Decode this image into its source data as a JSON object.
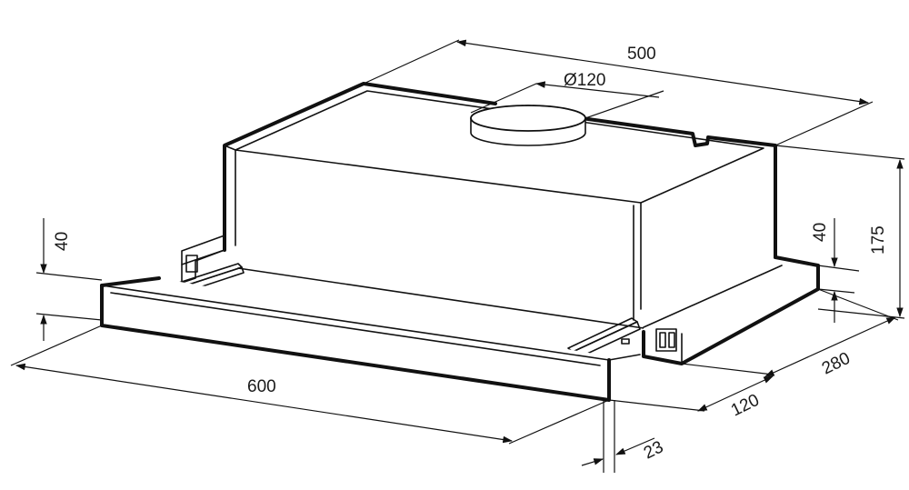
{
  "dimensions": {
    "depth_top": "500",
    "duct_diameter": "Ø120",
    "height_total": "175",
    "height_side": "40",
    "height_front": "40",
    "depth_body": "280",
    "depth_visor": "120",
    "visor_thickness": "23",
    "width": "600"
  },
  "colors": {
    "line": "#111111",
    "background": "#ffffff"
  }
}
